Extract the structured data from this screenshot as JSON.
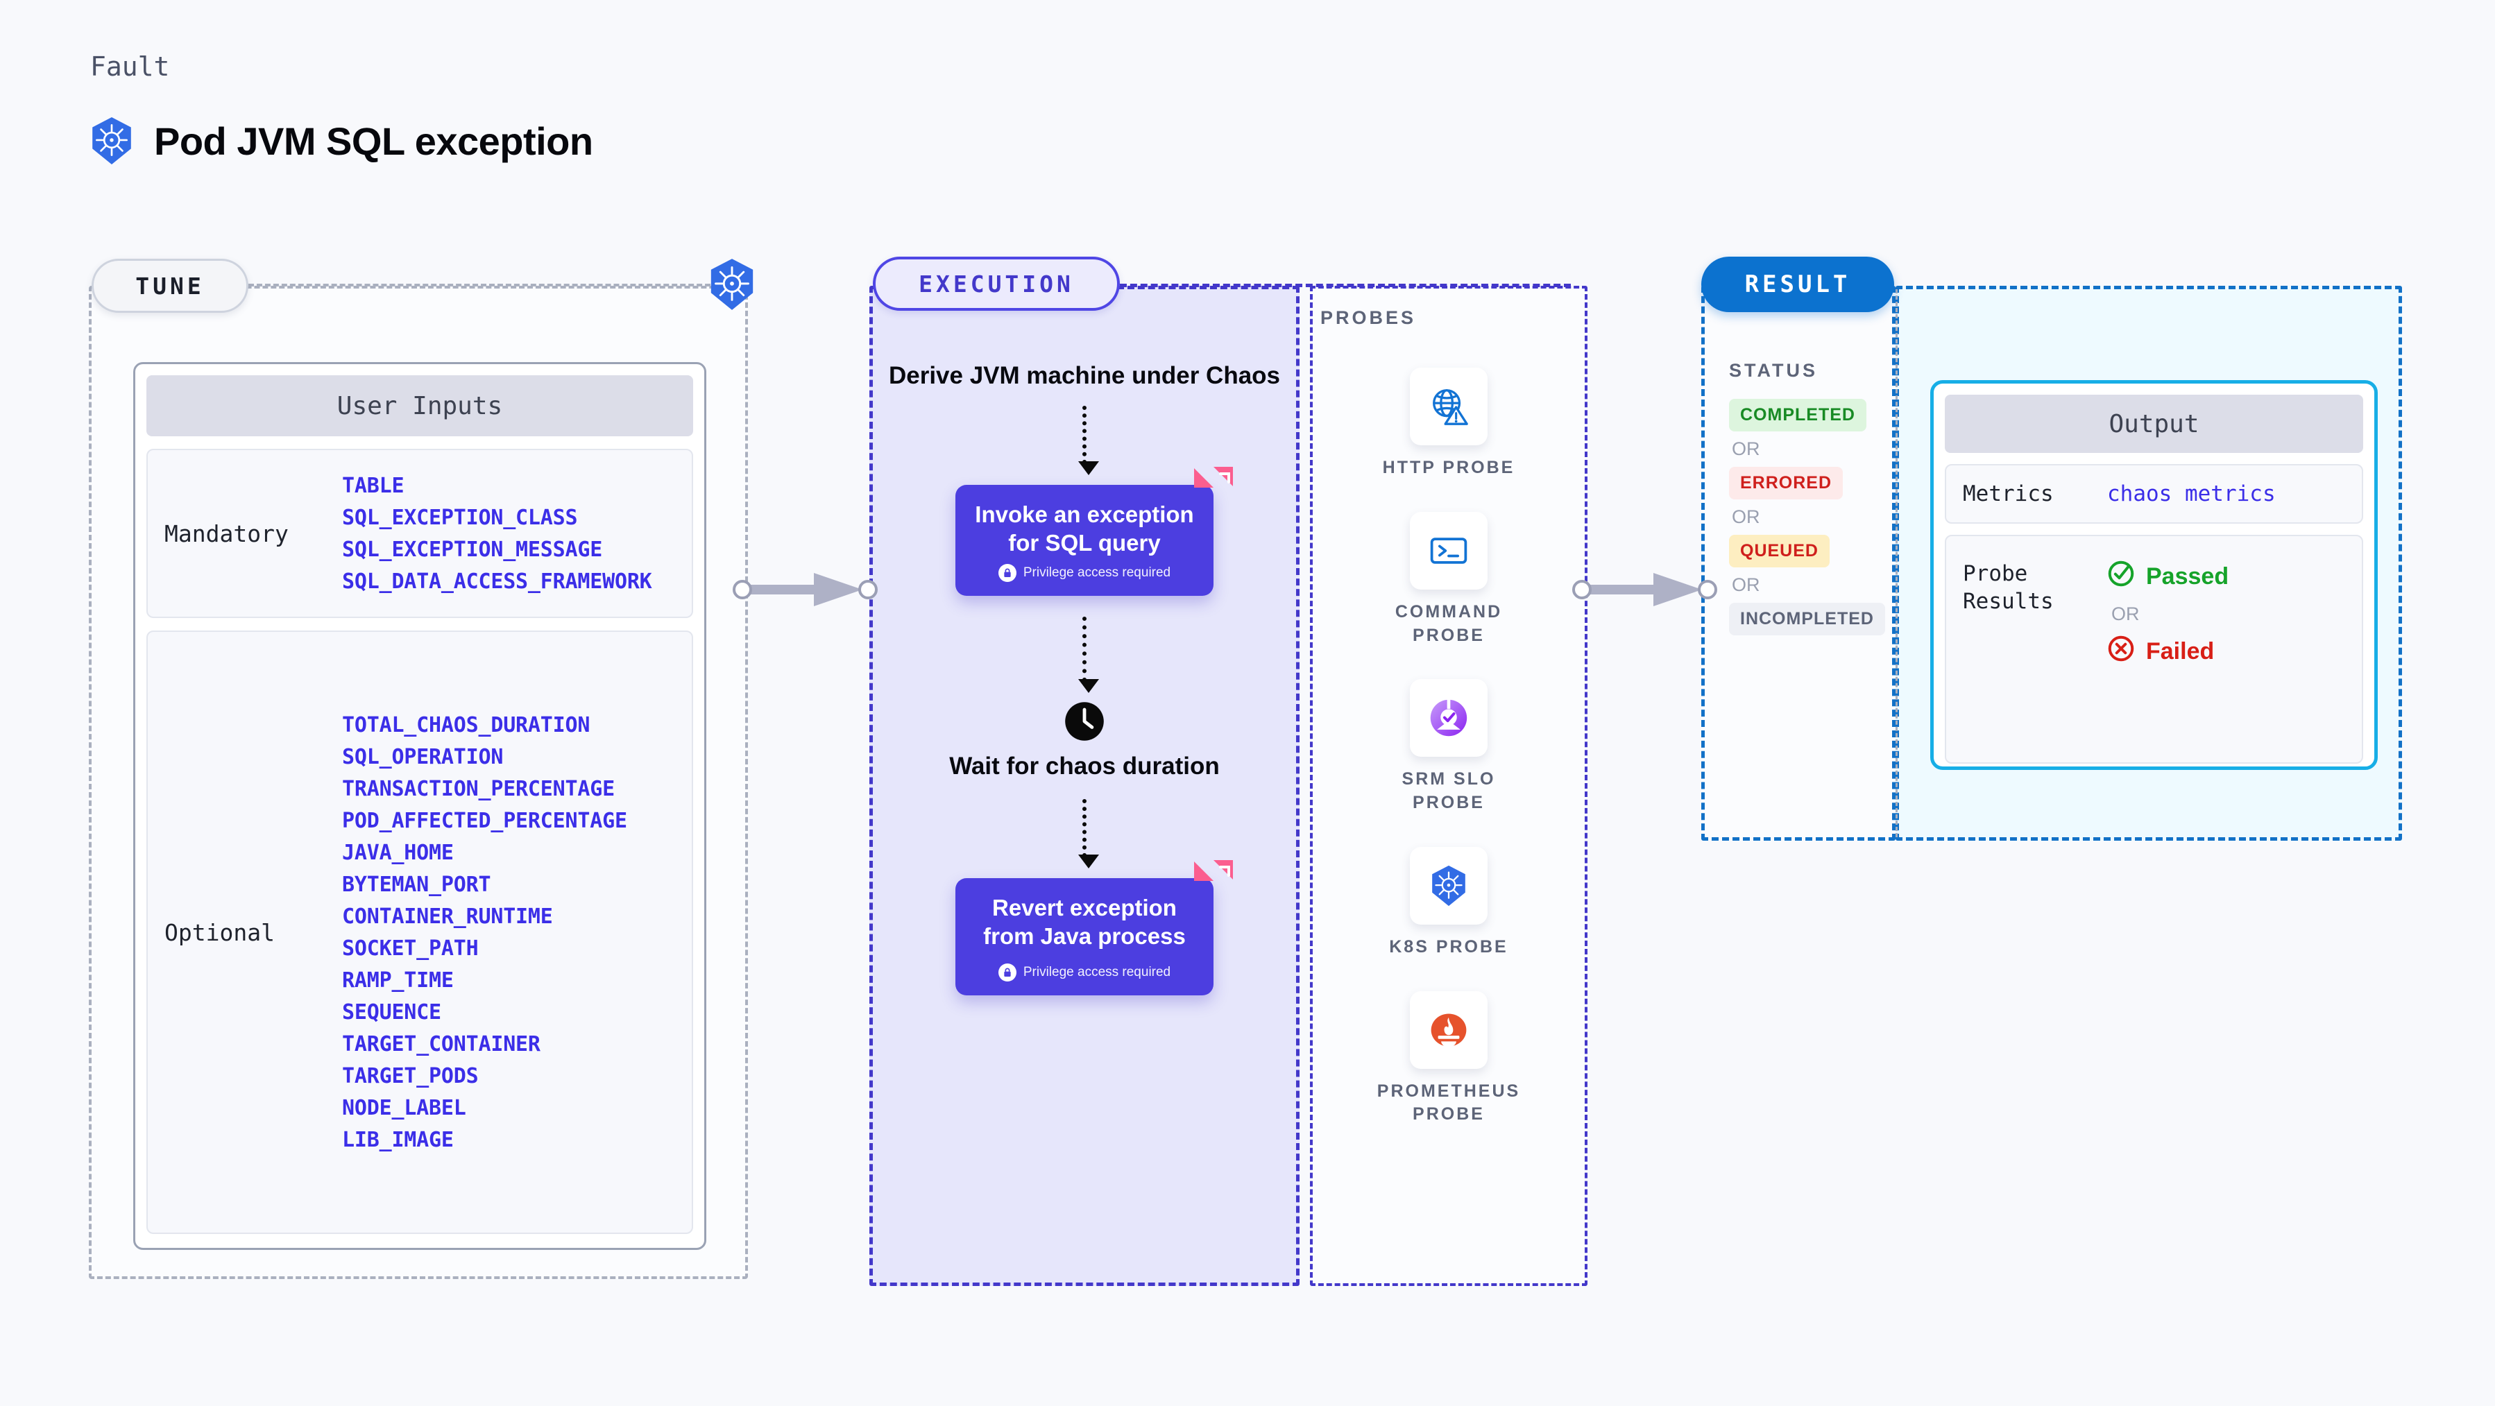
{
  "header": {
    "eyebrow": "Fault",
    "title": "Pod JVM SQL exception",
    "icon": "kubernetes-icon"
  },
  "tune": {
    "pill_label": "TUNE",
    "node_icon": "kubernetes-icon",
    "user_inputs": {
      "header": "User Inputs",
      "groups": [
        {
          "label": "Mandatory",
          "items": [
            "TABLE",
            "SQL_EXCEPTION_CLASS",
            "SQL_EXCEPTION_MESSAGE",
            "SQL_DATA_ACCESS_FRAMEWORK"
          ]
        },
        {
          "label": "Optional",
          "items": [
            "TOTAL_CHAOS_DURATION",
            "SQL_OPERATION",
            "TRANSACTION_PERCENTAGE",
            "POD_AFFECTED_PERCENTAGE",
            "JAVA_HOME",
            "BYTEMAN_PORT",
            "CONTAINER_RUNTIME",
            "SOCKET_PATH",
            "RAMP_TIME",
            "SEQUENCE",
            "TARGET_CONTAINER",
            "TARGET_PODS",
            "NODE_LABEL",
            "LIB_IMAGE"
          ]
        }
      ]
    }
  },
  "execution": {
    "pill_label": "EXECUTION",
    "steps": [
      {
        "type": "text",
        "label": "Derive JVM machine under Chaos"
      },
      {
        "type": "action",
        "label": "Invoke an exception for SQL query",
        "note": "Privilege access required",
        "icon": "lock-icon",
        "flag": "chaos-flag-icon"
      },
      {
        "type": "wait",
        "label": "Wait for chaos duration",
        "icon": "clock-icon"
      },
      {
        "type": "action",
        "label": "Revert exception from Java process",
        "note": "Privilege access required",
        "icon": "lock-icon",
        "flag": "chaos-flag-icon"
      }
    ]
  },
  "probes": {
    "label": "PROBES",
    "items": [
      {
        "name": "HTTP PROBE",
        "icon": "globe-warning-icon"
      },
      {
        "name": "COMMAND PROBE",
        "icon": "terminal-icon"
      },
      {
        "name": "SRM SLO PROBE",
        "icon": "slo-check-icon"
      },
      {
        "name": "K8S PROBE",
        "icon": "kubernetes-icon"
      },
      {
        "name": "PROMETHEUS PROBE",
        "icon": "prometheus-icon"
      }
    ]
  },
  "result": {
    "pill_label": "RESULT",
    "status_label": "STATUS",
    "or_label": "OR",
    "statuses": [
      {
        "label": "COMPLETED",
        "bg": "#ddf5de",
        "fg": "#188a24"
      },
      {
        "label": "ERRORED",
        "bg": "#fdeaea",
        "fg": "#cf1f1c"
      },
      {
        "label": "QUEUED",
        "bg": "#fdeec1",
        "fg": "#cf1f1c"
      },
      {
        "label": "INCOMPLETED",
        "bg": "#eef0f5",
        "fg": "#5d6478"
      }
    ],
    "output": {
      "header": "Output",
      "metrics_label": "Metrics",
      "metrics_value": "chaos metrics",
      "probe_results_label": "Probe Results",
      "passed_label": "Passed",
      "or_label": "OR",
      "failed_label": "Failed",
      "passed_icon": "check-circle-icon",
      "failed_icon": "x-circle-icon"
    }
  },
  "colors": {
    "accent_indigo": "#4c3ee0",
    "accent_blue": "#0c72cf",
    "accent_cyan": "#17aee6",
    "chaos_pink": "#fb5e8f",
    "k8s_blue": "#326ce5",
    "page_bg": "#f8f9fc"
  }
}
